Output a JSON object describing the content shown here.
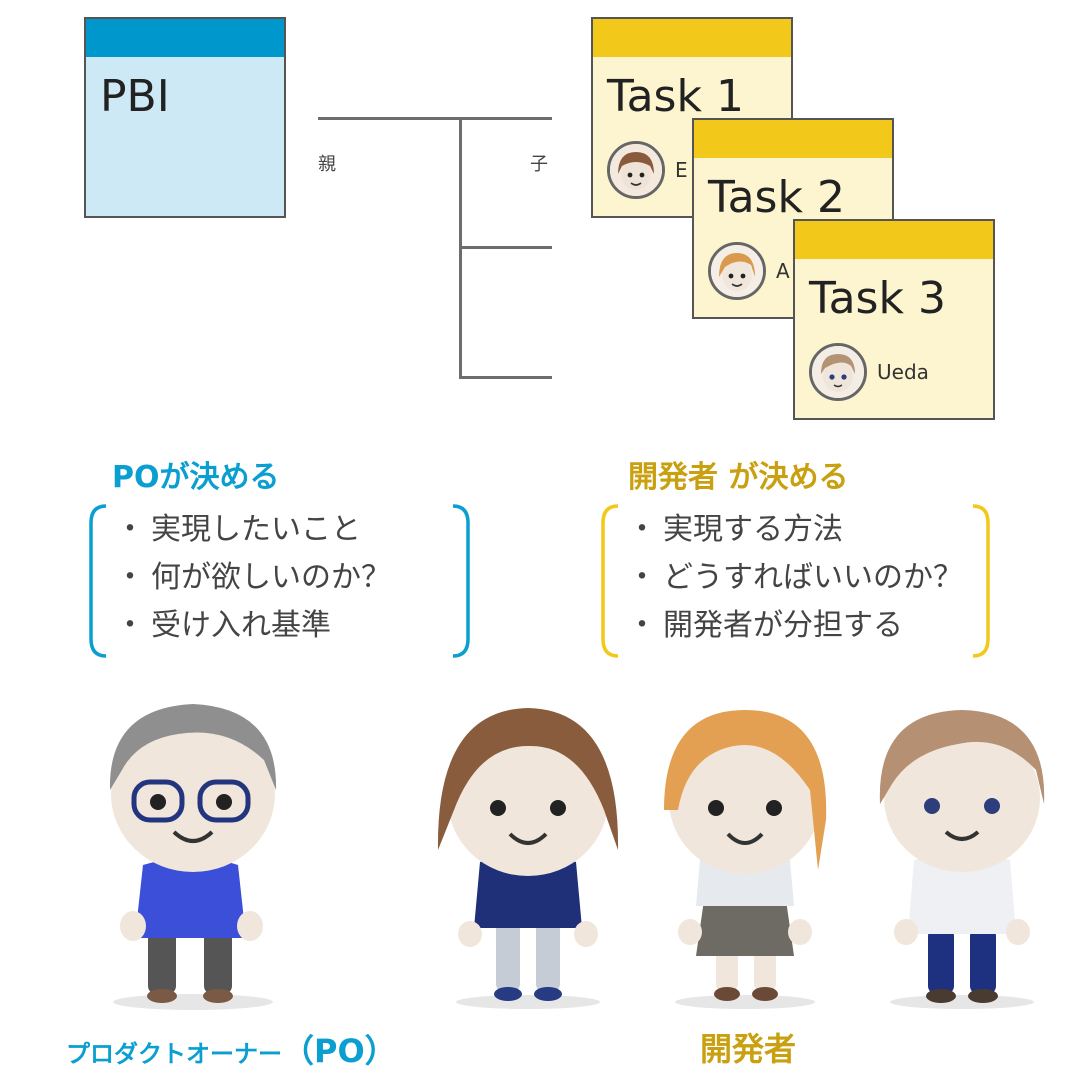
{
  "pbi": {
    "title": "PBI"
  },
  "relation": {
    "parent": "親",
    "child": "子"
  },
  "tasks": [
    {
      "title": "Task 1",
      "assignee": "E"
    },
    {
      "title": "Task 2",
      "assignee": "A"
    },
    {
      "title": "Task 3",
      "assignee": "Ueda"
    }
  ],
  "po_section": {
    "heading": "POが決める",
    "items": [
      "実現したいこと",
      "何が欲しいのか？",
      "受け入れ基準"
    ],
    "bullet": "・"
  },
  "dev_section": {
    "heading": "開発者 が決める",
    "items": [
      "実現する方法",
      "どうすればいいのか？",
      "開発者が分担する"
    ],
    "bullet": "・"
  },
  "captions": {
    "po": "プロダクトオーナー",
    "po_abbr": "（PO）",
    "dev": "開発者"
  },
  "colors": {
    "po_blue": "#0a9fd0",
    "dev_gold": "#c9a010",
    "pbi_header": "#0097cc",
    "pbi_body": "#cde9f5",
    "task_header": "#f2c91b",
    "task_body": "#fdf5cf"
  }
}
